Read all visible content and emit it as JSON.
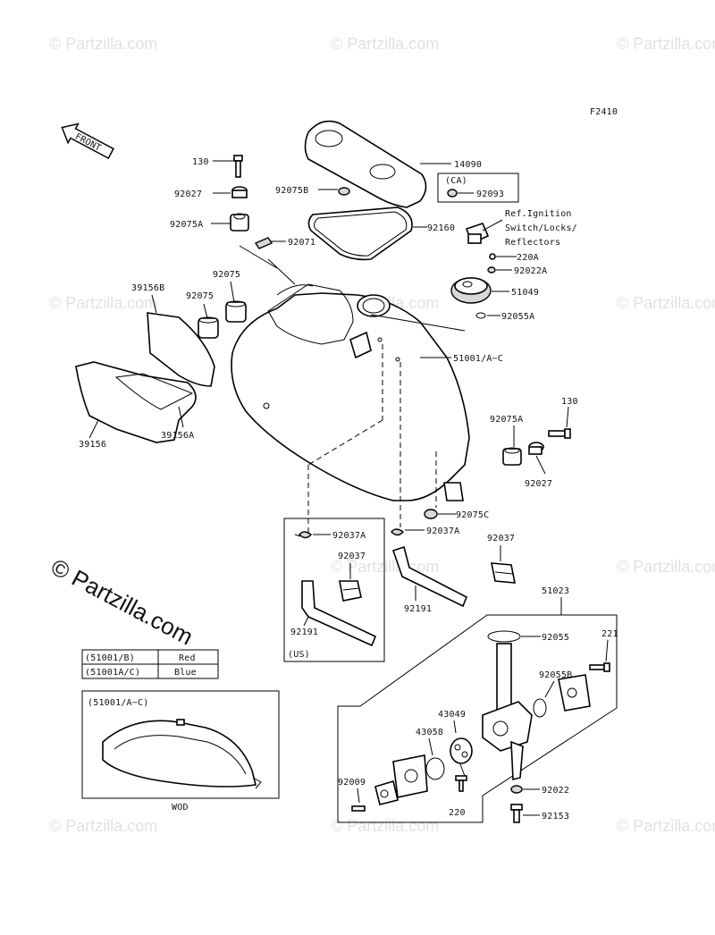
{
  "figure_code": "F2410",
  "front_label": "FRONT",
  "watermark": "© Partzilla.com",
  "parts": {
    "p130_top": "130",
    "p92027_top": "92027",
    "p92075A_top": "92075A",
    "p92075B": "92075B",
    "p14090": "14090",
    "p92093": "92093",
    "ca_label": "(CA)",
    "p92160": "92160",
    "ref_line1": "Ref.Ignition",
    "ref_line2": "Switch/Locks/",
    "ref_line3": "Reflectors",
    "p220A": "220A",
    "p92022A": "92022A",
    "p92071": "92071",
    "p51049": "51049",
    "p92055A": "92055A",
    "p39156B": "39156B",
    "p92075_a": "92075",
    "p92075_b": "92075",
    "p51001": "51001/A~C",
    "p39156": "39156",
    "p39156A": "39156A",
    "p130_right": "130",
    "p92075A_right": "92075A",
    "p92027_right": "92027",
    "p92075C": "92075C",
    "p92037A_left": "92037A",
    "p92037A_right": "92037A",
    "p92037_left": "92037",
    "p92037_right": "92037",
    "p92191_left": "92191",
    "p92191_right": "92191",
    "us_label": "(US)",
    "p51023": "51023",
    "p92055": "92055",
    "p221": "221",
    "p92055B": "92055B",
    "p43049": "43049",
    "p43058": "43058",
    "p92009": "92009",
    "p220": "220",
    "p92022": "92022",
    "p92153": "92153"
  },
  "color_table": {
    "rows": [
      {
        "code": "(51001/B)",
        "color": "Red"
      },
      {
        "code": "(51001A/C)",
        "color": "Blue"
      }
    ]
  },
  "inset": {
    "title": "(51001/A~C)",
    "caption": "WOD"
  }
}
